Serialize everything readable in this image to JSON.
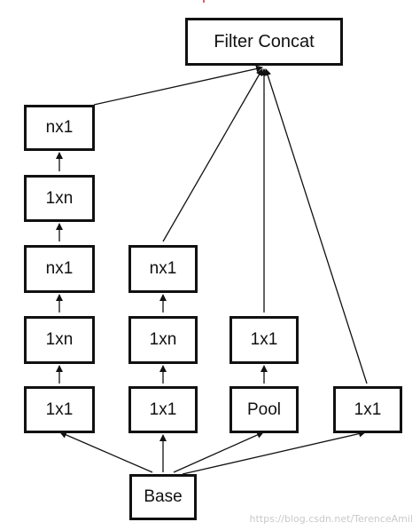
{
  "nodes": {
    "filter_concat": "Filter Concat",
    "col1_top_nx1": "nx1",
    "col1_1xn_upper": "1xn",
    "col1_nx1_lower": "nx1",
    "col1_1xn_lower": "1xn",
    "col1_1x1": "1x1",
    "col2_nx1": "nx1",
    "col2_1xn": "1xn",
    "col2_1x1": "1x1",
    "col3_1x1": "1x1",
    "col3_pool": "Pool",
    "col4_1x1": "1x1",
    "base": "Base"
  },
  "watermark": "https://blog.csdn.net/TerenceAmil",
  "colors": {
    "stroke": "#111111",
    "background": "#ffffff",
    "watermark": "#c9c9c9"
  }
}
